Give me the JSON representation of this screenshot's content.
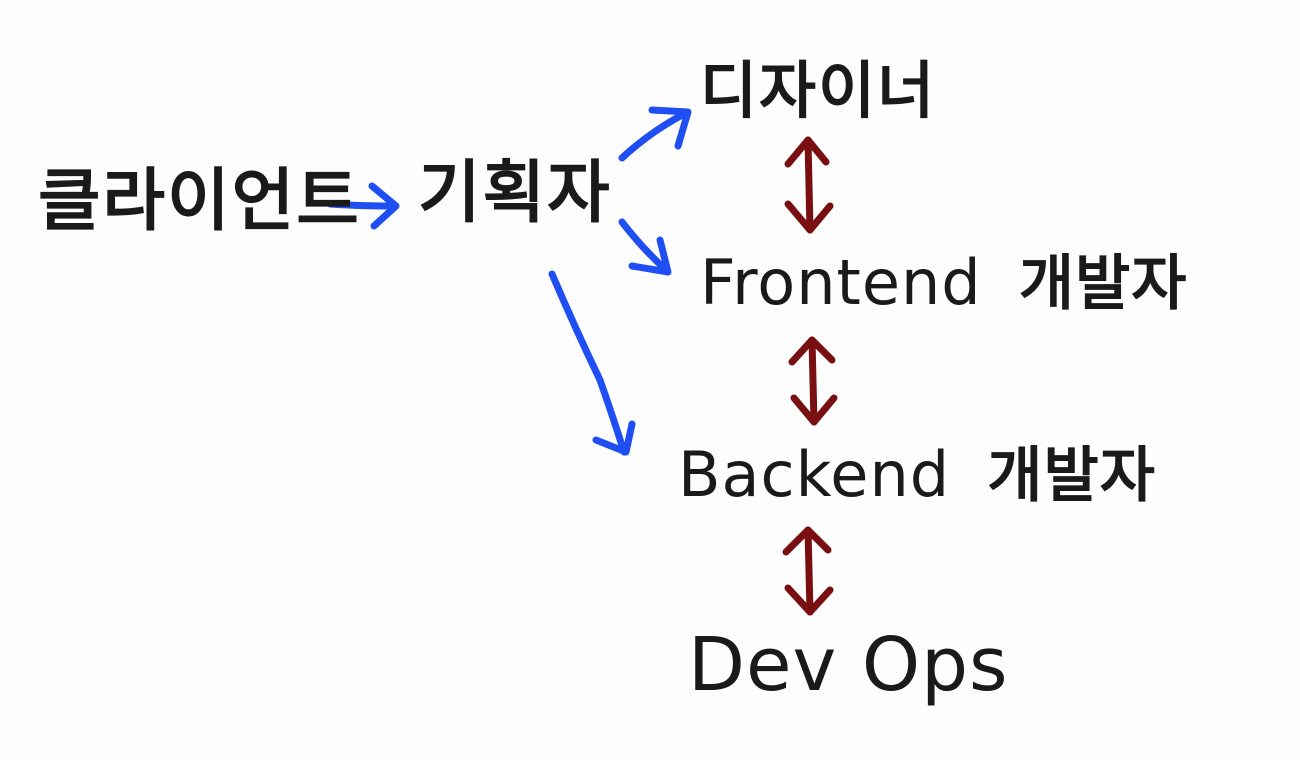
{
  "nodes": {
    "client": "클라이언트",
    "planner": "기획자",
    "designer": "디자이너",
    "frontend": {
      "name": "Frontend",
      "role": "개발자"
    },
    "backend": {
      "name": "Backend",
      "role": "개발자"
    },
    "devops": "Dev Ops"
  },
  "colors": {
    "flow_arrow": "#1f4ef2",
    "collab_arrow": "#7a0f12",
    "text": "#1a1a1a",
    "background": "#fdfdfd"
  }
}
